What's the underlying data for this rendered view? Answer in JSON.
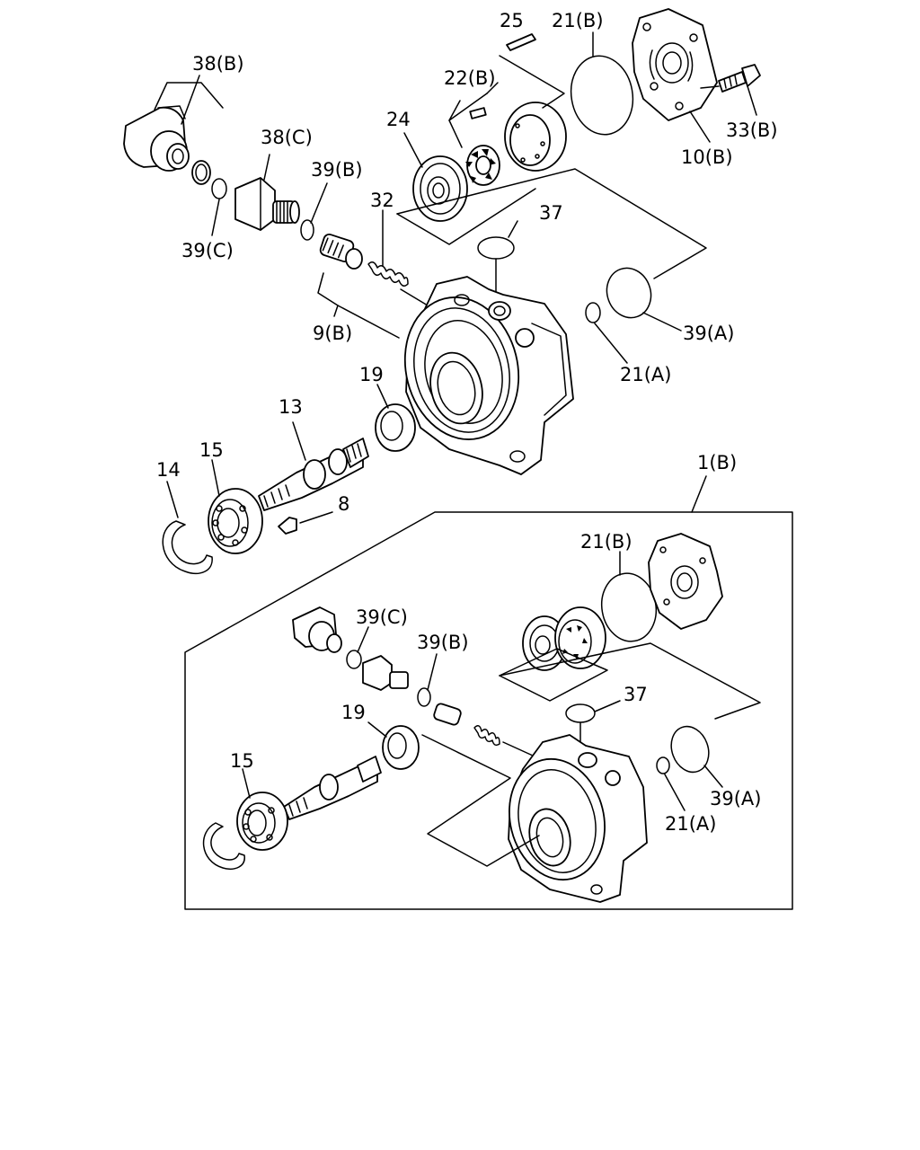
{
  "labels": {
    "p38b": "38(B)",
    "p38c": "38(C)",
    "p39b": "39(B)",
    "p39c": "39(C)",
    "p32": "32",
    "p9b": "9(B)",
    "p24": "24",
    "p22b": "22(B)",
    "p25": "25",
    "p21b": "21(B)",
    "p33b": "33(B)",
    "p10b": "10(B)",
    "p37": "37",
    "p39a": "39(A)",
    "p21a": "21(A)",
    "p19": "19",
    "p13": "13",
    "p15": "15",
    "p14": "14",
    "p8": "8",
    "p1b": "1(B)",
    "s21b": "21(B)",
    "s39c": "39(C)",
    "s39b": "39(B)",
    "s37": "37",
    "s19": "19",
    "s15": "15",
    "s39a": "39(A)",
    "s21a": "21(A)"
  },
  "colors": {
    "line": "#000000",
    "background": "#ffffff"
  }
}
